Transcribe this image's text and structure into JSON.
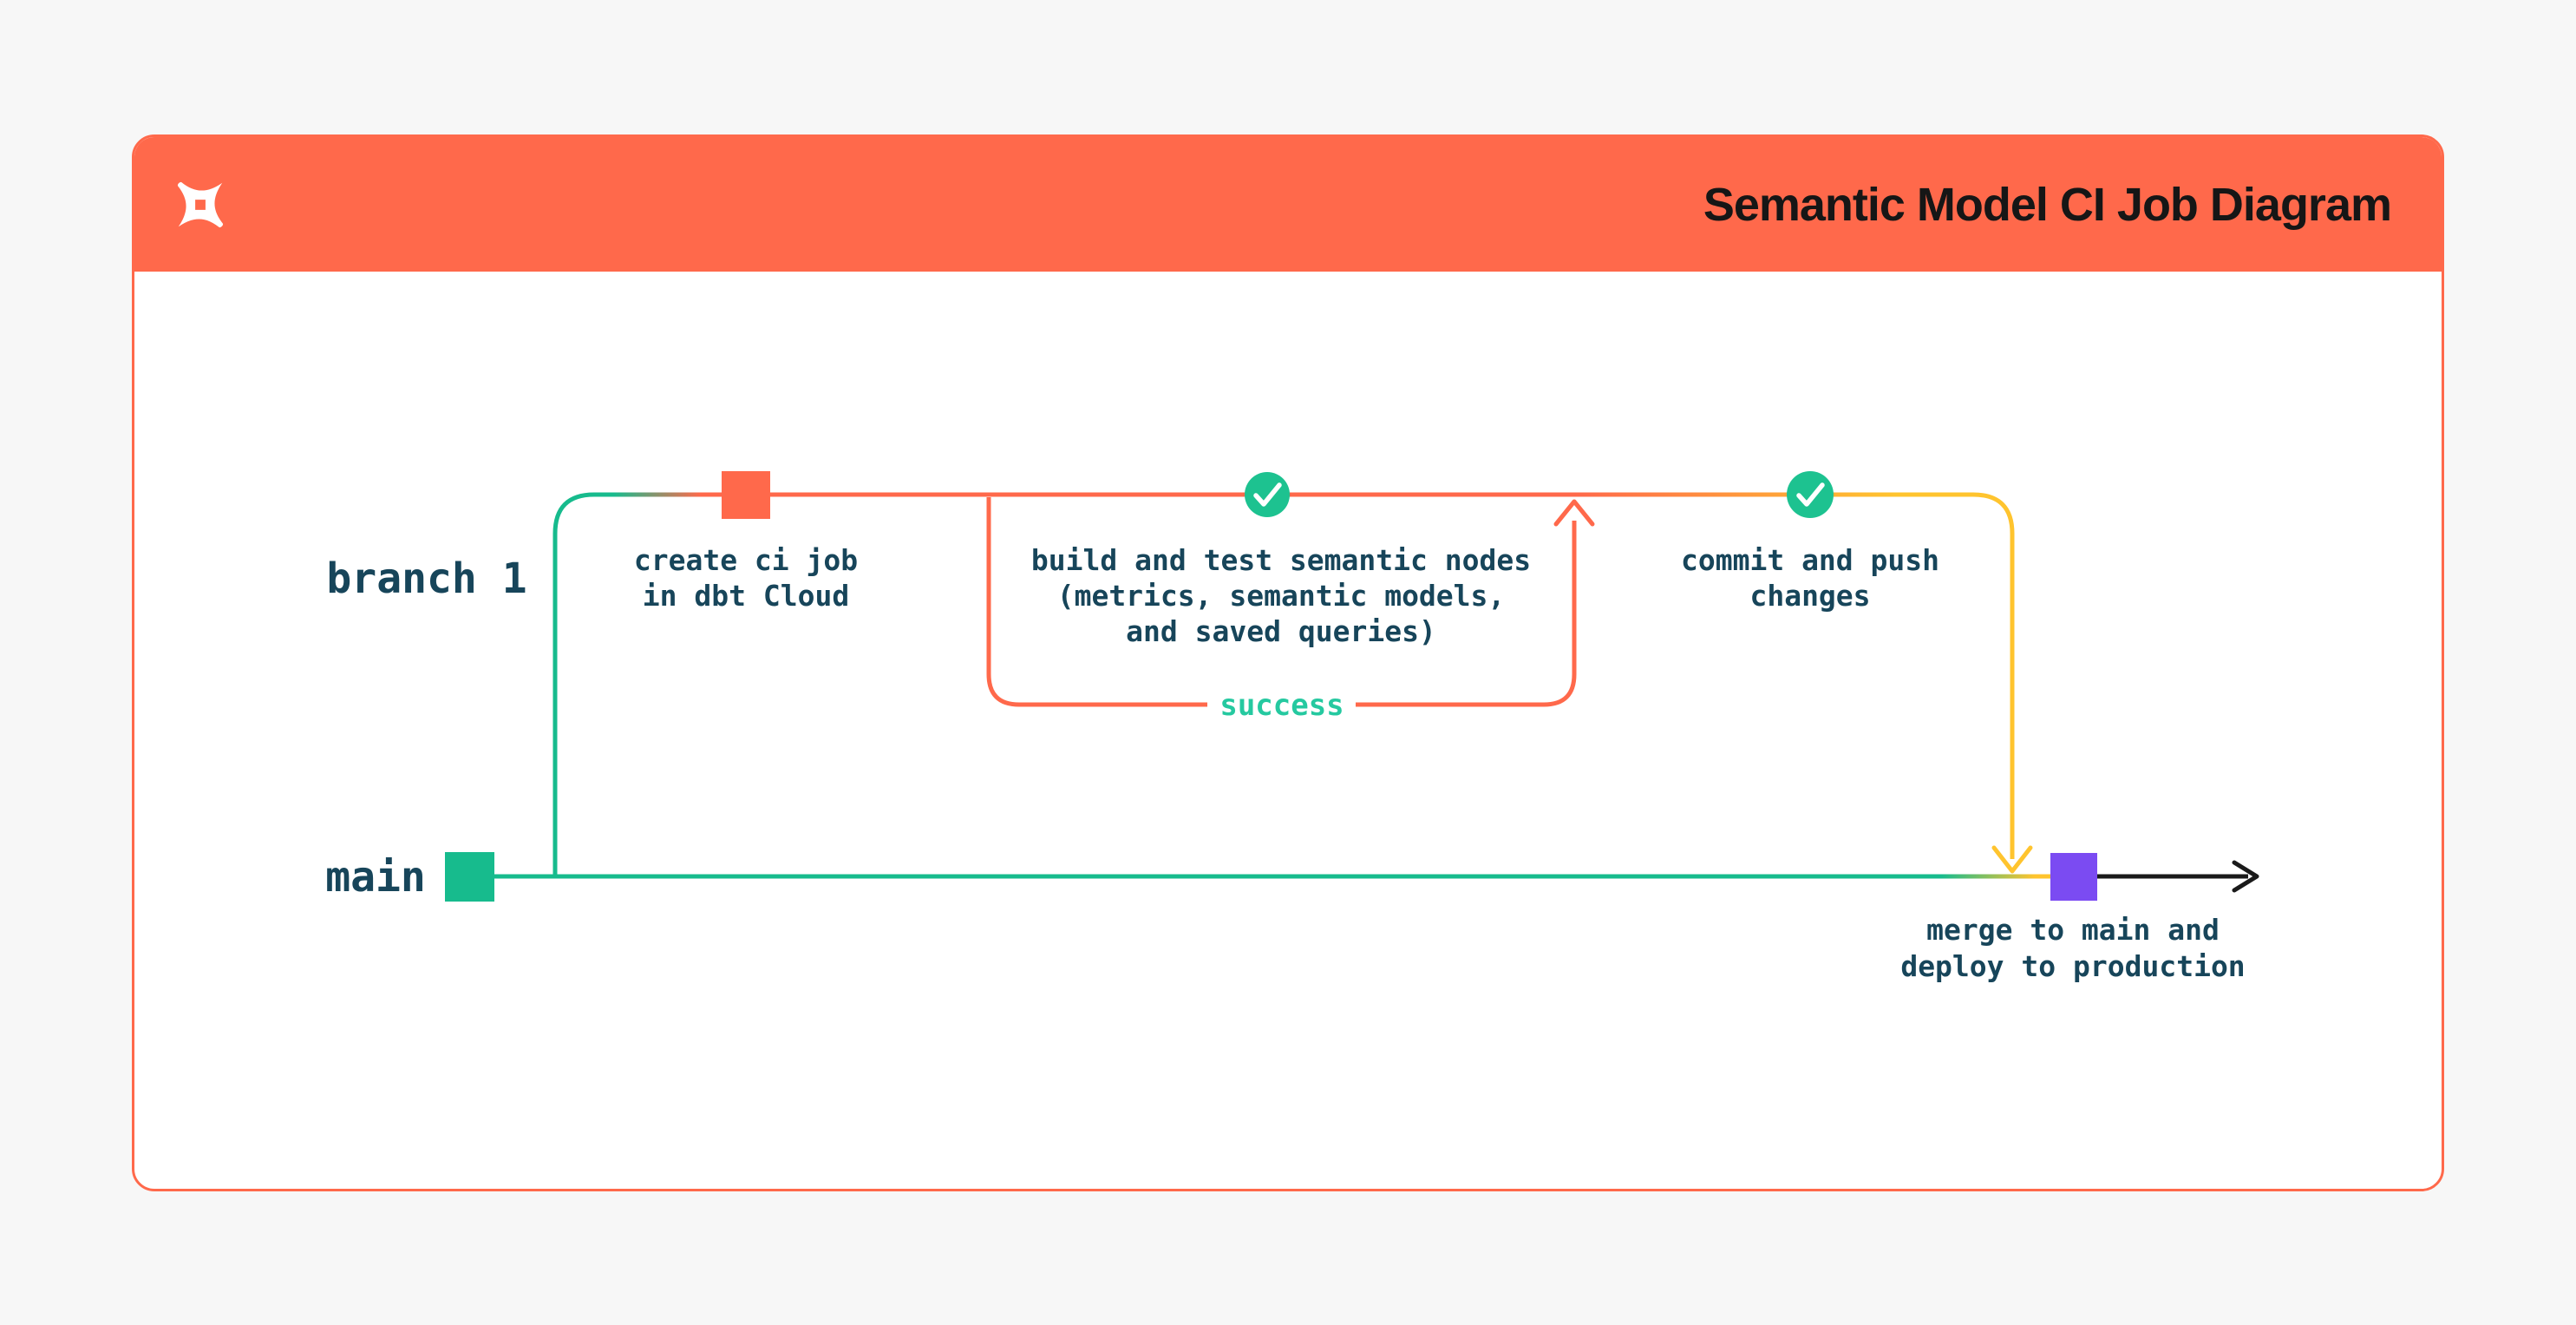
{
  "page": {
    "background": "#F7F7F7"
  },
  "header": {
    "title": "Semantic Model CI Job Diagram",
    "logo": "dbt-logo"
  },
  "diagram": {
    "branch_label": "branch 1",
    "main_label": "main",
    "success_label": "success",
    "nodes": {
      "create": {
        "line1": "create ci job",
        "line2": "in dbt Cloud"
      },
      "build": {
        "line1": "build and test semantic nodes",
        "line2": "(metrics, semantic models,",
        "line3": "and saved queries)"
      },
      "commit": {
        "line1": "commit and push",
        "line2": "changes"
      },
      "merge": {
        "line1": "merge to main and",
        "line2": "deploy to production"
      }
    },
    "colors": {
      "orange": "#FF694B",
      "green": "#17BB8D",
      "check_green": "#1DC290",
      "yellow": "#FFC42E",
      "purple": "#7B4BF2",
      "label_text": "#17455A",
      "success_text": "#25C9A0",
      "arrow_black": "#1A1A1A",
      "title_text": "#161616"
    }
  }
}
